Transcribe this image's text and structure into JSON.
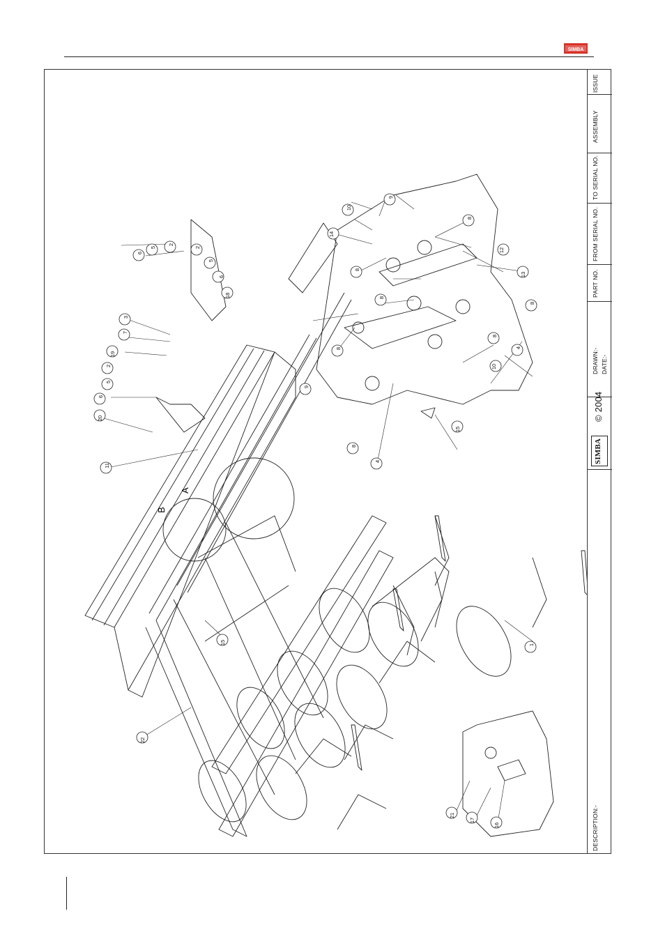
{
  "header": {
    "logo_text": "SIMBA"
  },
  "title_block": {
    "issue_label": "ISSUE",
    "assembly_label": "ASSEMBLY",
    "to_serial_label": "TO SERIAL NO.",
    "from_serial_label": "FROM SERIAL NO.",
    "part_no_label": "PART NO.",
    "drawn_label": "DRAWN:-",
    "date_label": "DATE:-",
    "copyright": "© 2004",
    "brand": "SIMBA",
    "description_label": "DESCRIPTION:-"
  },
  "drawing": {
    "view_labels": [
      "A",
      "B"
    ],
    "callouts": [
      "1",
      "2",
      "3",
      "4",
      "5",
      "6",
      "7",
      "8",
      "9",
      "10",
      "11",
      "12",
      "13",
      "14",
      "15",
      "16",
      "17",
      "18",
      "19",
      "20",
      "21",
      "22"
    ]
  }
}
